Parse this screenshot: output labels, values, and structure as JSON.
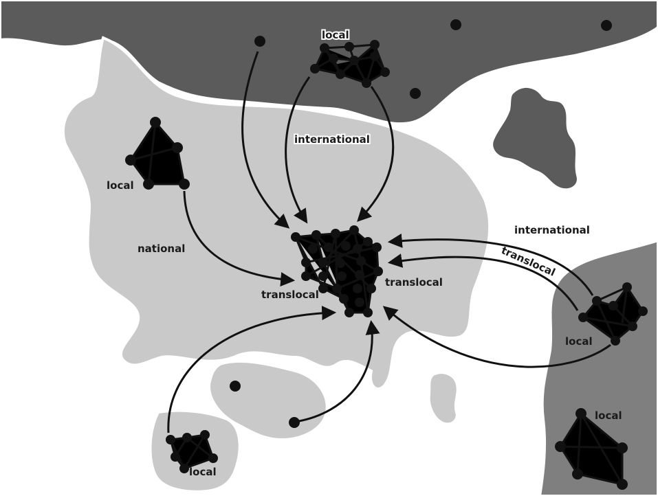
{
  "labels": {
    "local": "local",
    "international": "international",
    "national": "national",
    "translocal": "translocal"
  },
  "colors": {
    "dark_region": "#5b5b5b",
    "mid_region": "#7f7f7f",
    "light_region": "#c9c9c9",
    "ink": "#111111",
    "background": "#ffffff"
  }
}
